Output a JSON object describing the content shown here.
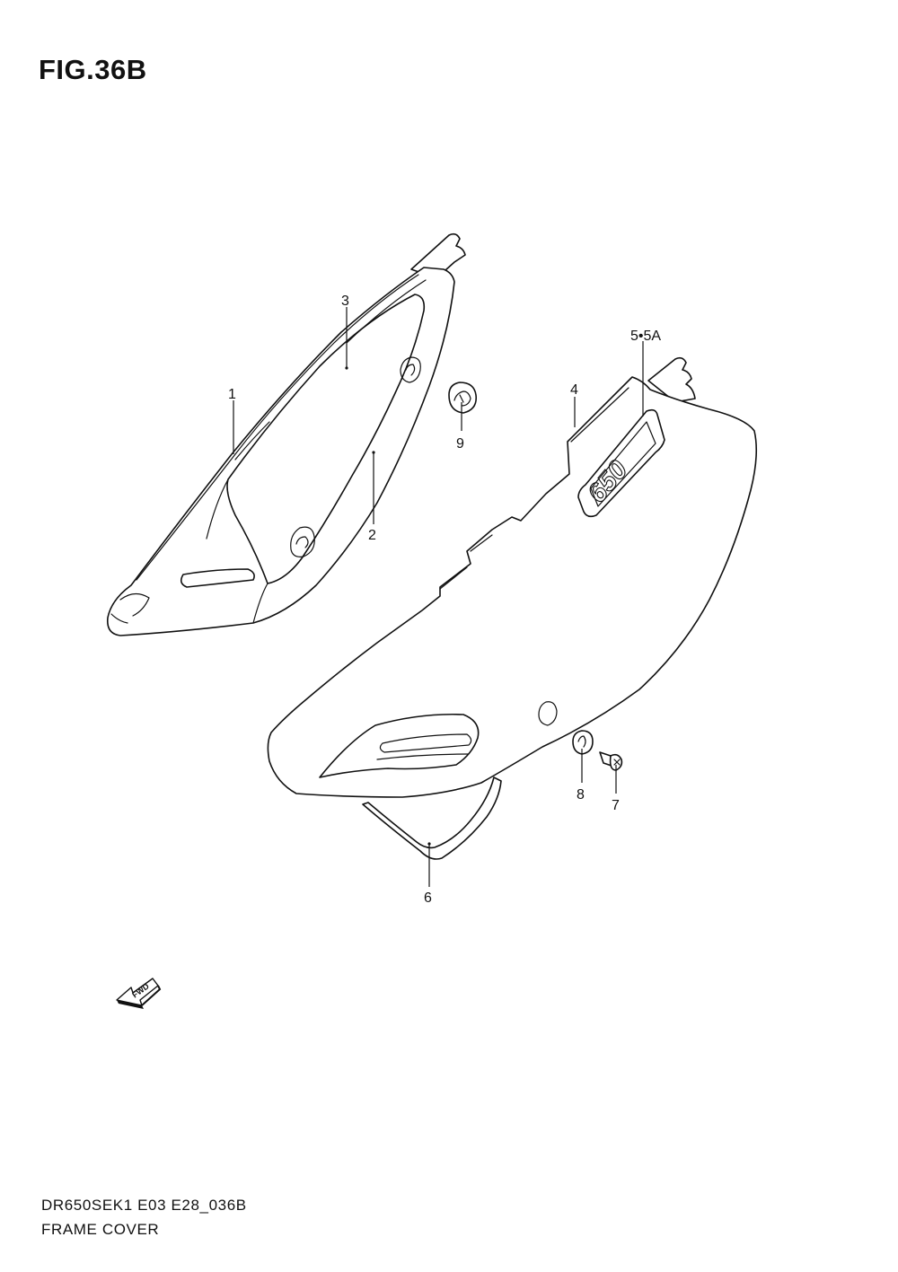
{
  "figure": {
    "title": "FIG.36B"
  },
  "callouts": {
    "c1": "1",
    "c2": "2",
    "c3": "3",
    "c4": "4",
    "c5": "5•5A",
    "c6": "6",
    "c7": "7",
    "c8": "8",
    "c9": "9"
  },
  "decal": {
    "text": "650"
  },
  "fwd_arrow": {
    "text": "FWD",
    "icon": "fwd-arrow-icon"
  },
  "footer": {
    "code": "DR650SEK1 E03 E28_036B",
    "name": "FRAME COVER"
  }
}
